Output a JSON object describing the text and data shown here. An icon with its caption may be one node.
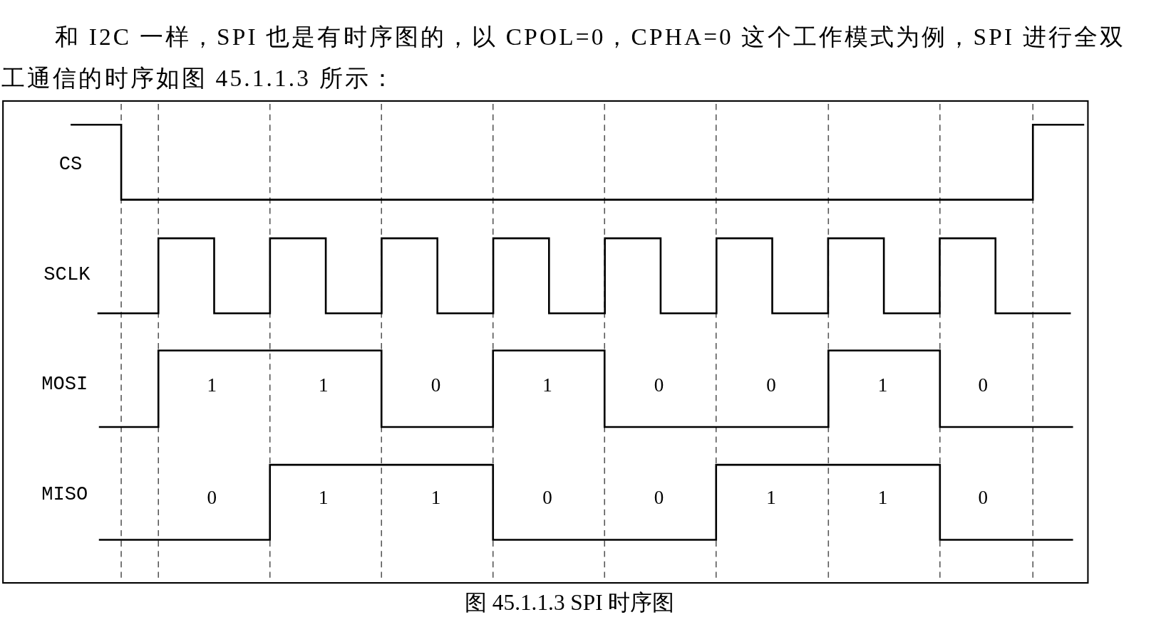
{
  "diagram": {
    "caption": "图 45.1.1.3 SPI 时序图",
    "labels": [
      "和 I2C 一样，SPI 也是有时序图的，以 CPOL=0，CPHA=0 这个工作模式为例，SPI 进行全双工通信的时序如图 45.1.1.3 所示：",
      "CS",
      "SCLK",
      "MOSI",
      "1",
      "1",
      "0",
      "1",
      "0",
      "0",
      "1",
      "0",
      "MISO",
      "0",
      "1",
      "1",
      "0",
      "0",
      "1",
      "1",
      "0"
    ]
  }
}
